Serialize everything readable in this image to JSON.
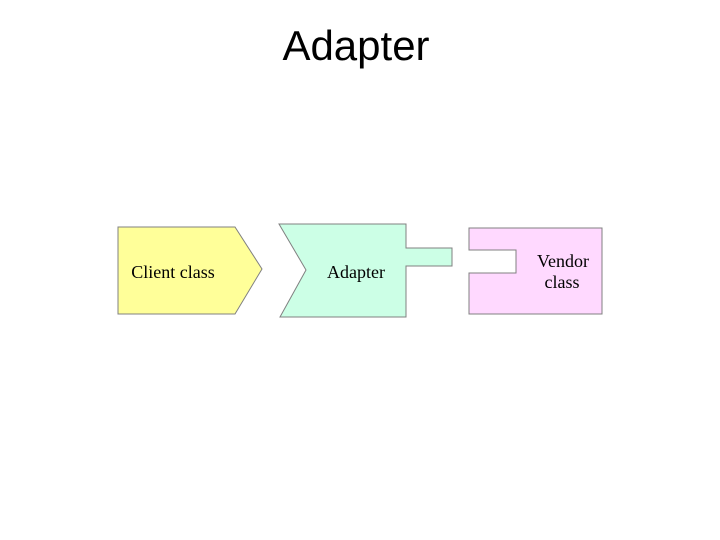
{
  "title": "Adapter",
  "diagram": {
    "client": {
      "label": "Client class",
      "fill": "#FFFF99"
    },
    "adapter": {
      "label": "Adapter",
      "fill": "#CCFFE6"
    },
    "vendor": {
      "label_line1": "Vendor",
      "label_line2": "class",
      "fill": "#FFD9FF"
    },
    "stroke": "#808080"
  }
}
